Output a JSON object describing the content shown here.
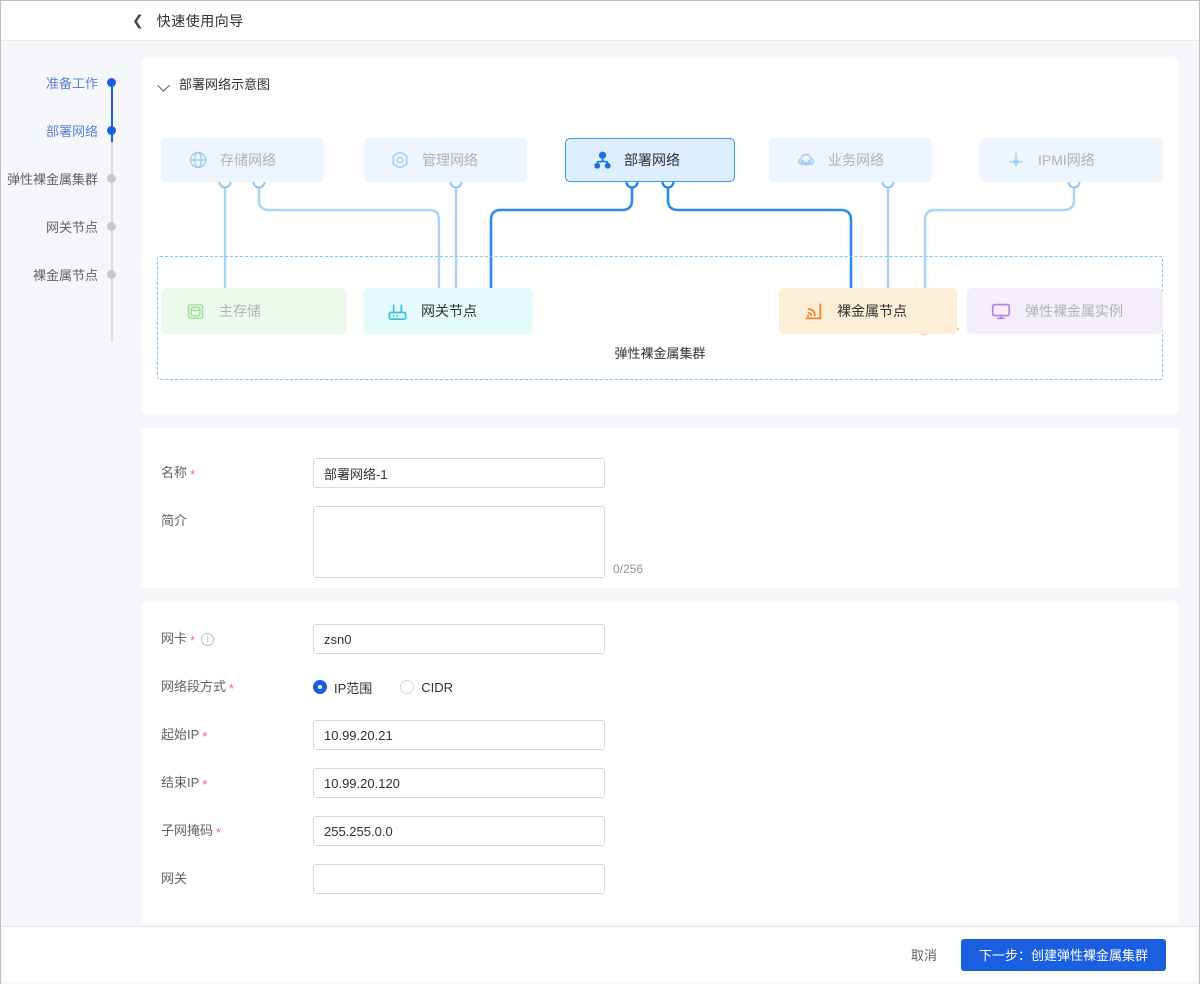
{
  "header": {
    "back_icon": "chevron-left-icon",
    "title": "快速使用向导"
  },
  "steps": {
    "items": [
      {
        "label": "准备工作",
        "state": "done"
      },
      {
        "label": "部署网络",
        "state": "active"
      },
      {
        "label": "弹性裸金属集群",
        "state": "pending"
      },
      {
        "label": "网关节点",
        "state": "pending"
      },
      {
        "label": "裸金属节点",
        "state": "pending"
      }
    ],
    "active_color": "#1a5fe0",
    "pending_color": "#c8c9cc"
  },
  "diagram": {
    "title": "部署网络示意图",
    "collapse_icon": "chevron-down-icon",
    "networks": [
      {
        "label": "存储网络",
        "icon": "globe-icon",
        "active": false
      },
      {
        "label": "管理网络",
        "icon": "hexagon-icon",
        "active": false
      },
      {
        "label": "部署网络",
        "icon": "sitemap-icon",
        "active": true
      },
      {
        "label": "业务网络",
        "icon": "cloud-icon",
        "active": false
      },
      {
        "label": "IPMI网络",
        "icon": "ipmi-icon",
        "active": false
      }
    ],
    "cluster_caption": "弹性裸金属集群",
    "resources": [
      {
        "label": "主存储",
        "icon": "database-icon",
        "color": "#7dd07d",
        "bg": "#eef9ee",
        "text": "#aeb3bb"
      },
      {
        "label": "网关节点",
        "icon": "router-icon",
        "color": "#33ccdd",
        "bg": "#e6fbfb",
        "text": "#303133"
      },
      {
        "label": "裸金属节点",
        "icon": "signal-icon",
        "color": "#f58220",
        "bg": "#fdeed8",
        "text": "#303133"
      },
      {
        "label": "弹性裸金属实例",
        "icon": "monitor-icon",
        "color": "#b57fe0",
        "bg": "#f4eefb",
        "text": "#aeb3bb"
      }
    ]
  },
  "form_basic": {
    "rows": [
      {
        "label": "名称",
        "required": true,
        "value": "部署网络-1",
        "placeholder": "",
        "type": "input"
      },
      {
        "label": "简介",
        "required": false,
        "value": "",
        "placeholder": "",
        "type": "textarea",
        "counter": "0/256"
      }
    ]
  },
  "form_network": {
    "nic": {
      "label": "网卡",
      "required": true,
      "info_icon": "info-circle-icon",
      "value": "zsn0",
      "placeholder": ""
    },
    "seg_mode": {
      "label": "网络段方式",
      "required": true,
      "options": [
        {
          "label": "IP范围",
          "checked": true
        },
        {
          "label": "CIDR",
          "checked": false
        }
      ]
    },
    "start_ip": {
      "label": "起始IP",
      "required": true,
      "value": "10.99.20.21",
      "placeholder": ""
    },
    "end_ip": {
      "label": "结束IP",
      "required": true,
      "value": "10.99.20.120",
      "placeholder": ""
    },
    "netmask": {
      "label": "子网掩码",
      "required": true,
      "value": "255.255.0.0",
      "placeholder": ""
    },
    "gateway": {
      "label": "网关",
      "required": false,
      "value": "",
      "placeholder": ""
    }
  },
  "footer": {
    "cancel_label": "取消",
    "next_label": "下一步：创建弹性裸金属集群",
    "primary_color": "#1a5fe0"
  }
}
